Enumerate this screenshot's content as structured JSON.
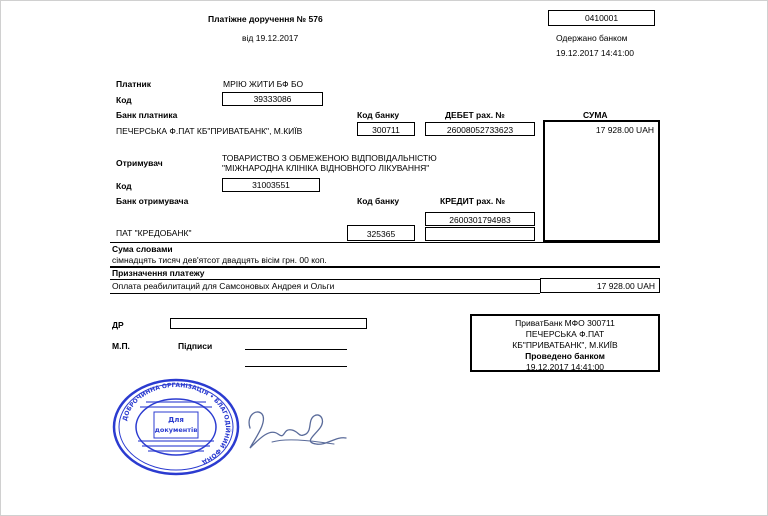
{
  "header": {
    "title": "Платіжне доручення  № 576",
    "date": "від 19.12.2017",
    "code": "0410001",
    "received_label": "Одержано банком",
    "received_datetime": "19.12.2017 14:41:00"
  },
  "payer": {
    "label": "Платник",
    "name": "МРІЮ ЖИТИ БФ БО",
    "code_label": "Код",
    "code": "39333086",
    "bank_label": "Банк платника",
    "bank_name": "ПЕЧЕРСЬКА Ф.ПАТ КБ\"ПРИВАТБАНК\", М.КИЇВ",
    "bank_code_label": "Код банку",
    "bank_code": "300711",
    "debit_label": "ДЕБЕТ рах. №",
    "debit_account": "26008052733623"
  },
  "sum": {
    "label": "СУМА",
    "amount": "17 928.00 UAH"
  },
  "recipient": {
    "label": "Отримувач",
    "name_line1": "ТОВАРИСТВО З ОБМЕЖЕНОЮ ВІДПОВІДАЛЬНІСТЮ",
    "name_line2": "\"МІЖНАРОДНА КЛІНІКА ВІДНОВНОГО ЛІКУВАННЯ\"",
    "code_label": "Код",
    "code": "31003551",
    "bank_label": "Банк отримувача",
    "bank_code_label": "Код банку",
    "credit_label": "КРЕДИТ рах. №",
    "credit_account": "2600301794983",
    "bank_name": "ПАТ \"КРЕДОБАНК\"",
    "bank_code": "325365"
  },
  "words": {
    "label": "Сума словами",
    "text": "сімнадцять тисяч дев'ятсот двадцять вісім грн. 00 коп."
  },
  "purpose": {
    "label": "Призначення платежу",
    "text": "Оплата реабилитаций для Самсоновых Андрея и Ольги",
    "amount": "17 928.00 UAH"
  },
  "footer": {
    "dr_label": "ДР",
    "mp_label": "М.П.",
    "signatures_label": "Підписи"
  },
  "bank_stamp": {
    "line1": "ПриватБанк      МФО      300711",
    "line2": "ПЕЧЕРСЬКА Ф.ПАТ",
    "line3": "КБ\"ПРИВАТБАНК\", М.КИЇВ",
    "line4": "Проведено банком",
    "line5": "19.12.2017 14:41:00"
  },
  "seal": {
    "outer_text": "ДОБРОЧИННА ОРГАНІЗАЦІЯ • БЛАГОДІЙНИЙ ФОНД",
    "center_line1": "Для",
    "center_line2": "документів",
    "color": "#2b3bd0"
  }
}
